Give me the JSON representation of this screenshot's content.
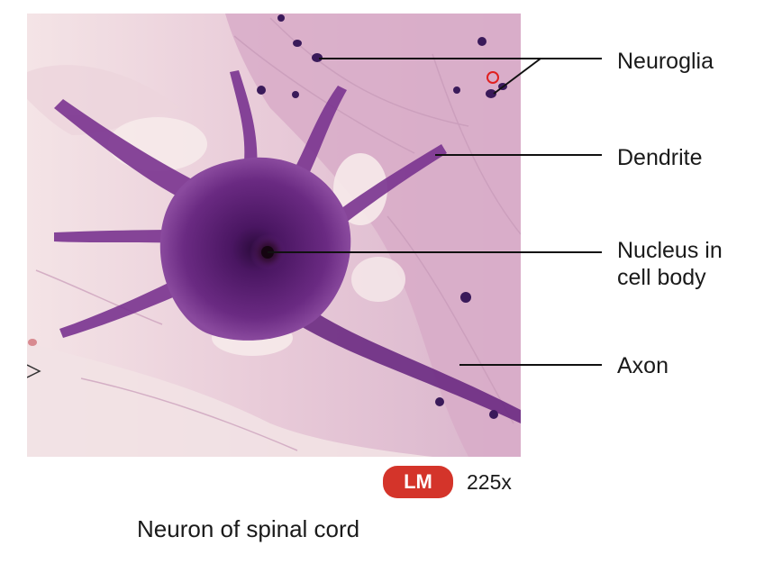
{
  "labels": {
    "neuroglia": "Neuroglia",
    "dendrite": "Dendrite",
    "nucleus_line1": "Nucleus in",
    "nucleus_line2": "cell body",
    "axon": "Axon"
  },
  "badge": {
    "text": "LM",
    "color": "#d4342a"
  },
  "magnification": "225x",
  "caption": "Neuron of spinal cord",
  "colors": {
    "tissue_background": "#e6c6d6",
    "neuron_stain": "#5a1f73",
    "neuroglia_nucleus": "#3a1a5a",
    "leader_line": "#111111"
  }
}
